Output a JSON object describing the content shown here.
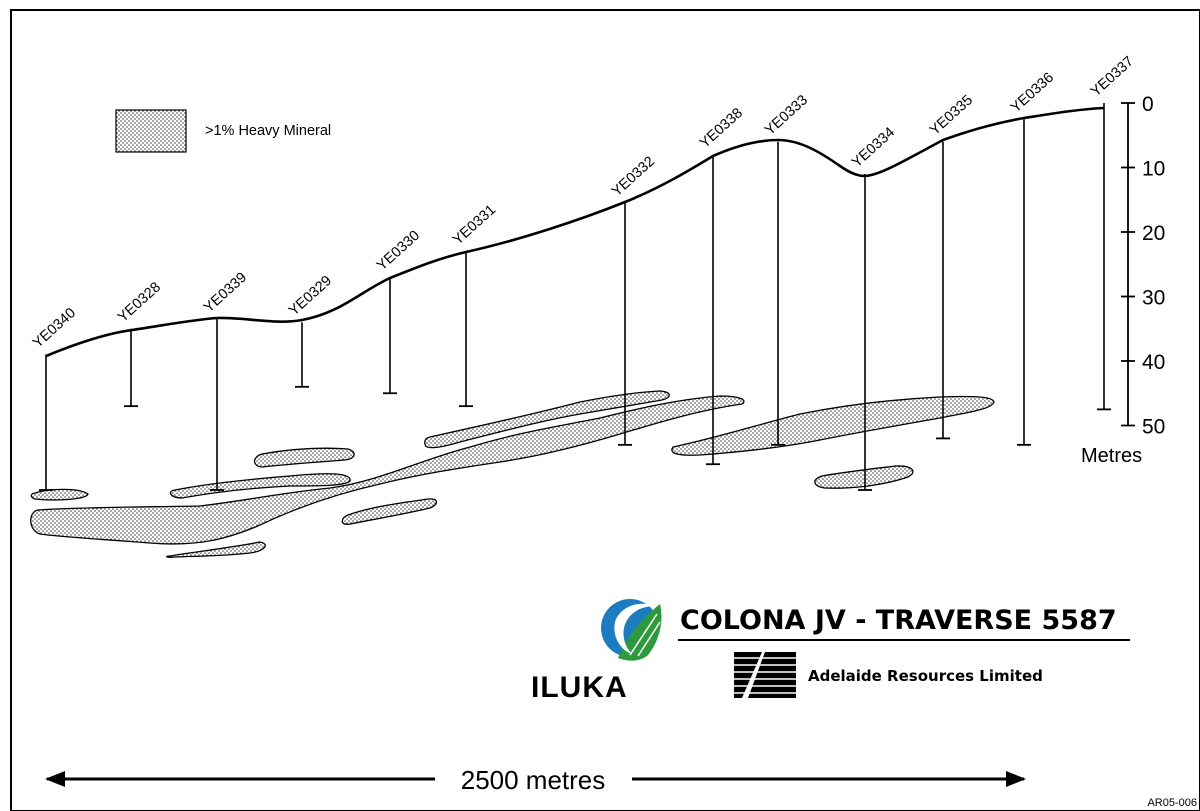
{
  "legend": {
    "label": ">1% Heavy Mineral"
  },
  "holes": [
    {
      "id": "YE0340",
      "collar_m": 39,
      "depth_m": 60
    },
    {
      "id": "YE0328",
      "collar_m": 35,
      "depth_m": 47
    },
    {
      "id": "YE0339",
      "collar_m": 33.5,
      "depth_m": 60
    },
    {
      "id": "YE0329",
      "collar_m": 34,
      "depth_m": 44
    },
    {
      "id": "YE0330",
      "collar_m": 27,
      "depth_m": 45
    },
    {
      "id": "YE0331",
      "collar_m": 23,
      "depth_m": 47
    },
    {
      "id": "YE0332",
      "collar_m": 15.5,
      "depth_m": 53
    },
    {
      "id": "YE0338",
      "collar_m": 8,
      "depth_m": 56
    },
    {
      "id": "YE0333",
      "collar_m": 6,
      "depth_m": 53
    },
    {
      "id": "YE0334",
      "collar_m": 11,
      "depth_m": 60
    },
    {
      "id": "YE0335",
      "collar_m": 6,
      "depth_m": 52
    },
    {
      "id": "YE0336",
      "collar_m": 2.5,
      "depth_m": 53
    },
    {
      "id": "YE0337",
      "collar_m": 0,
      "depth_m": 47.5
    }
  ],
  "depth_scale": {
    "ticks": [
      "0",
      "10",
      "20",
      "30",
      "40",
      "50"
    ],
    "unit": "Metres"
  },
  "title": "COLONA JV - TRAVERSE 5587",
  "company": "Adelaide Resources Limited",
  "iluka": "ILUKA",
  "scale_bar": "2500 metres",
  "ref_code": "AR05-006"
}
